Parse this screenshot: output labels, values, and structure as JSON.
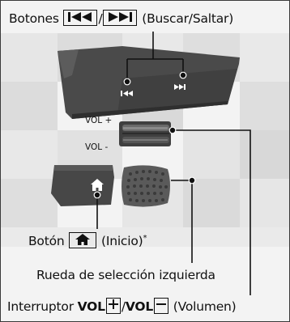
{
  "labels": {
    "botones_prefix": "Botones",
    "botones_slash": "/",
    "botones_suffix": "(Buscar/Saltar)",
    "vol_plus": "VOL +",
    "vol_minus": "VOL -",
    "boton_prefix": "Botón",
    "boton_suffix": "(Inicio)",
    "boton_note": "*",
    "rueda": "Rueda de selección izquierda",
    "interruptor_prefix": "Interruptor",
    "vol_word_1": "VOL",
    "vol_slash": "/",
    "vol_word_2": "VOL",
    "interruptor_suffix": "(Volumen)"
  },
  "icons": {
    "skip_back": "skip-back-icon",
    "skip_forward": "skip-forward-icon",
    "home": "home-icon",
    "plus": "plus-box-icon",
    "minus": "minus-box-icon"
  },
  "colors": {
    "background": "#f3f3f3",
    "grid_light": "#e4e4e4",
    "grid_mid": "#d7d7d7",
    "panel": "#4d4d4d",
    "panel_dark": "#3b3b3b",
    "leader": "#111111"
  }
}
